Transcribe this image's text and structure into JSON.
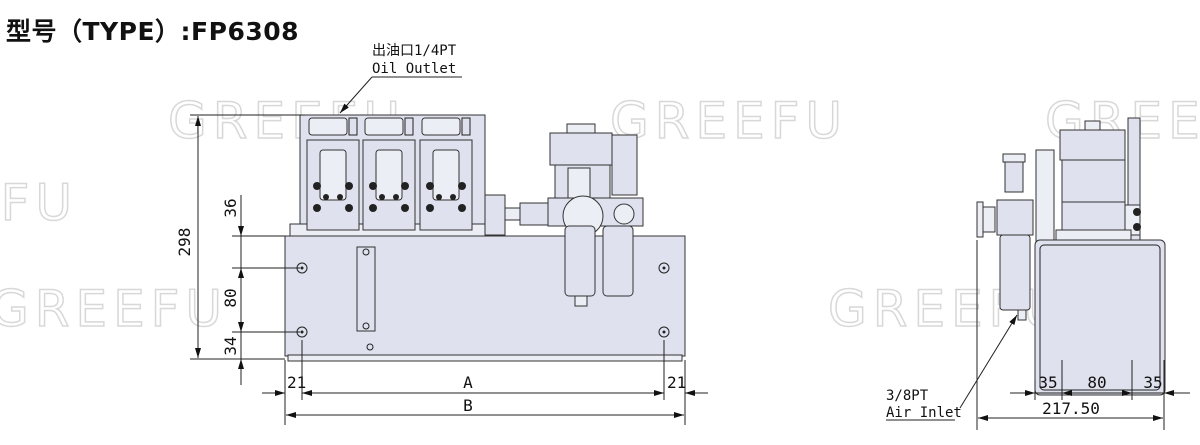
{
  "title": "型号（TYPE）:FP6308",
  "watermark": "GREEFU",
  "front_view": {
    "oil_outlet_label_cn": "出油口1/4PT",
    "oil_outlet_label_en": "Oil Outlet",
    "dim_total_height": "298",
    "dim_top": "36",
    "dim_middle": "80",
    "dim_bottom": "34",
    "dim_left_offset": "21",
    "dim_right_offset": "21",
    "dim_a": "A",
    "dim_b": "B"
  },
  "side_view": {
    "air_inlet_label_1": "3/8PT",
    "air_inlet_label_2": "Air Inlet",
    "dim_left": "35",
    "dim_middle": "80",
    "dim_right": "35",
    "dim_total_width": "217.50"
  },
  "colors": {
    "part_fill": "#dfe2ee",
    "line": "#222222",
    "watermark": "#d8d8d8"
  }
}
